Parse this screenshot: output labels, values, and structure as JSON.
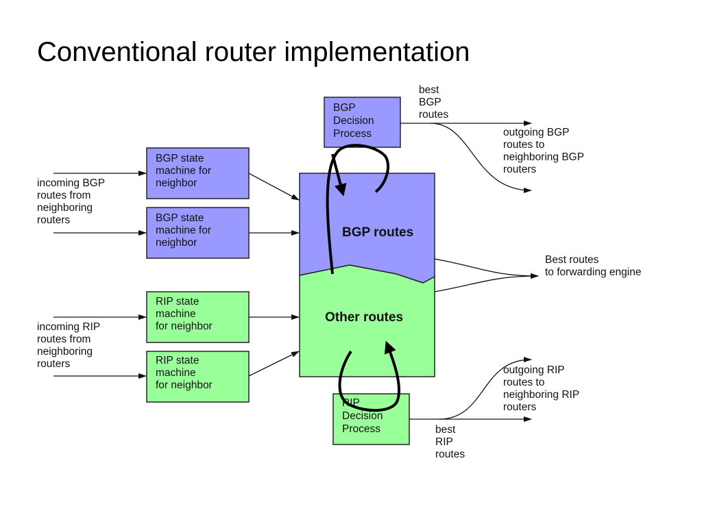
{
  "title": "Conventional router implementation",
  "boxes": {
    "bgp_decision": [
      "BGP",
      "Decision",
      "Process"
    ],
    "bgp_sm1": [
      "BGP state",
      "machine for",
      "neighbor"
    ],
    "bgp_sm2": [
      "BGP state",
      "machine for",
      "neighbor"
    ],
    "rip_sm1": [
      "RIP state",
      "machine",
      "for neighbor"
    ],
    "rip_sm2": [
      "RIP state",
      "machine",
      "for neighbor"
    ],
    "rip_decision": [
      "RIP",
      "Decision",
      "Process"
    ]
  },
  "rib": {
    "bgp_label": "BGP routes",
    "other_label": "Other routes"
  },
  "labels": {
    "incoming_bgp": [
      "incoming BGP",
      "routes from",
      "neighboring",
      "routers"
    ],
    "incoming_rip": [
      "incoming RIP",
      "routes from",
      "neighboring",
      "routers"
    ],
    "best_bgp": [
      "best",
      "BGP",
      "routes"
    ],
    "outgoing_bgp": [
      "outgoing BGP",
      "routes to",
      "neighboring BGP",
      "routers"
    ],
    "best_routes": [
      "Best routes",
      "to forwarding engine"
    ],
    "outgoing_rip": [
      "outgoing RIP",
      "routes to",
      "neighboring RIP",
      "routers"
    ],
    "best_rip": [
      "best",
      "RIP",
      "routes"
    ]
  },
  "colors": {
    "bgp": "#9999ff",
    "rip": "#99ff99"
  }
}
